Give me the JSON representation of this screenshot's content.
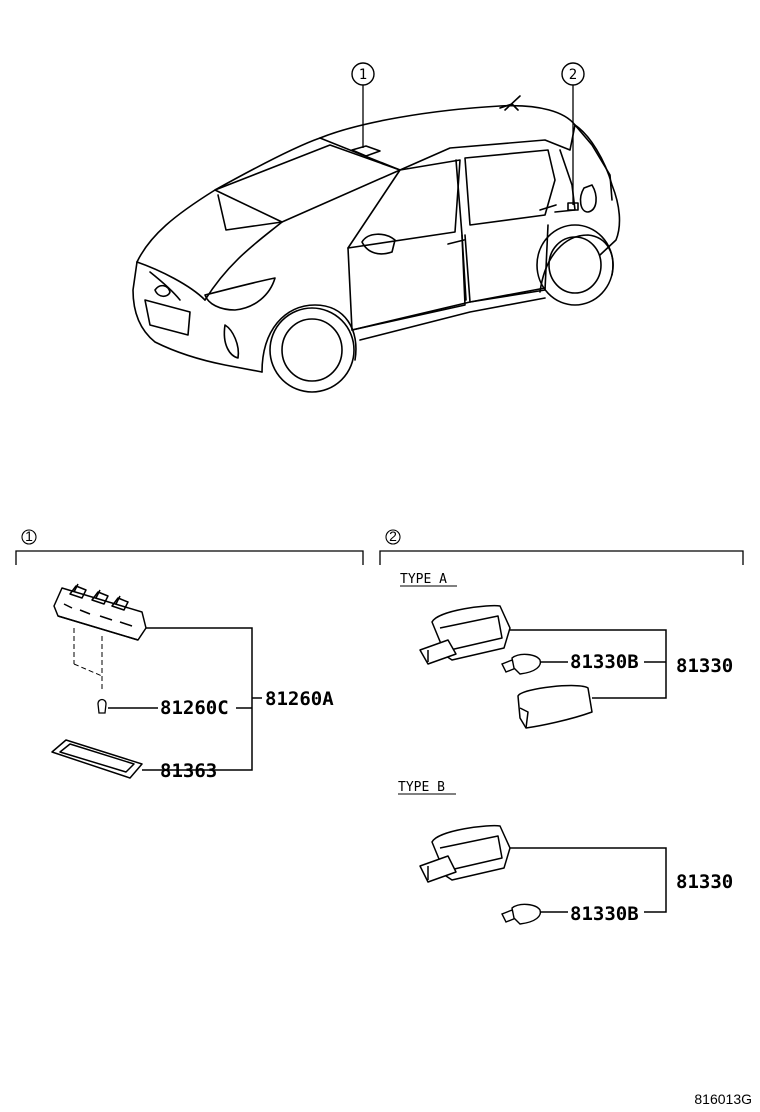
{
  "callouts": {
    "c1": "1",
    "c2": "2"
  },
  "section1": {
    "label": "1",
    "parts": {
      "p81260c": "81260C",
      "p81260a": "81260A",
      "p81363": "81363"
    }
  },
  "section2": {
    "label": "2",
    "type_a": {
      "label": "TYPE A",
      "p81330b": "81330B",
      "p81330": "81330"
    },
    "type_b": {
      "label": "TYPE B",
      "p81330b": "81330B",
      "p81330": "81330"
    }
  },
  "figure_code": "816013G"
}
